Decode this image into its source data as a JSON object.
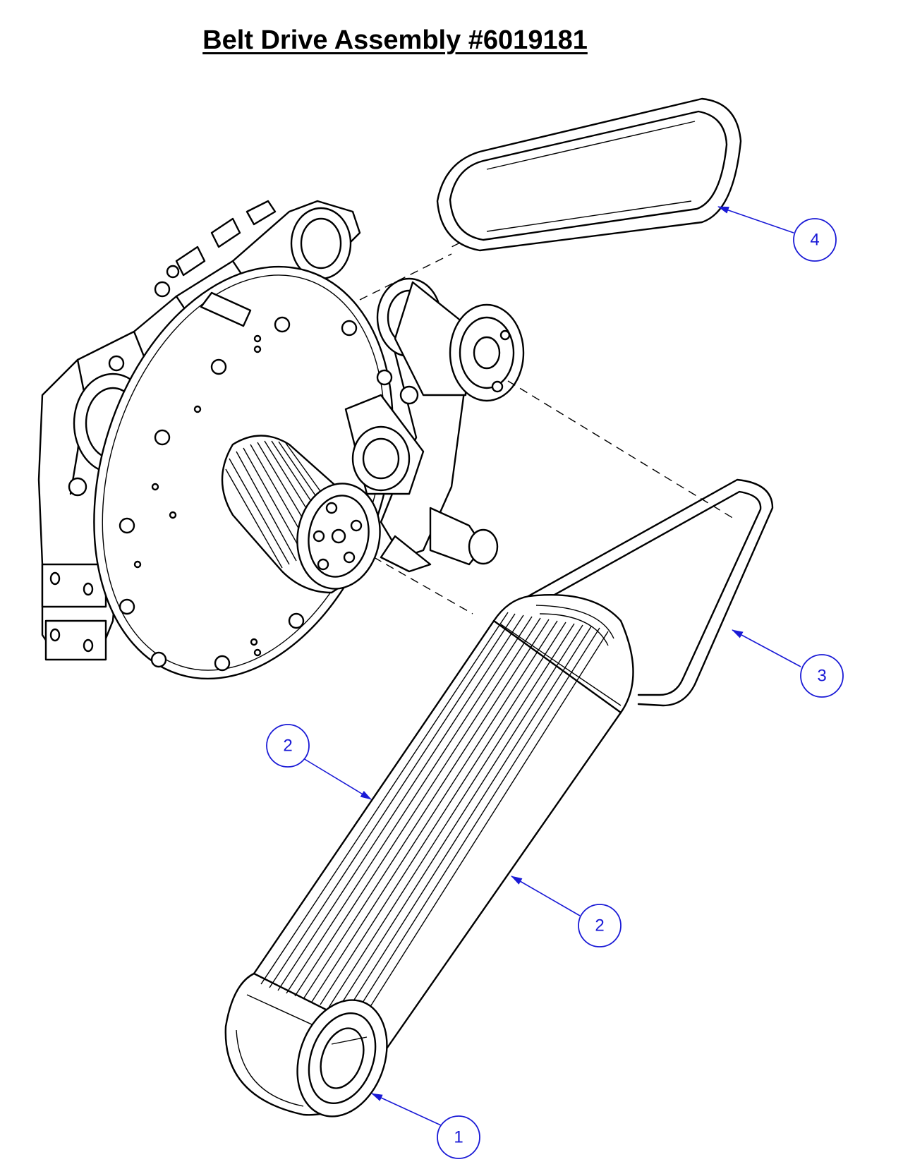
{
  "title": "Belt Drive Assembly #6019181",
  "callouts": [
    {
      "label": "4"
    },
    {
      "label": "3"
    },
    {
      "label": "2"
    },
    {
      "label": "2"
    },
    {
      "label": "1"
    }
  ],
  "colors": {
    "line": "#000000",
    "callout": "#1a1ad6",
    "background": "#ffffff"
  }
}
